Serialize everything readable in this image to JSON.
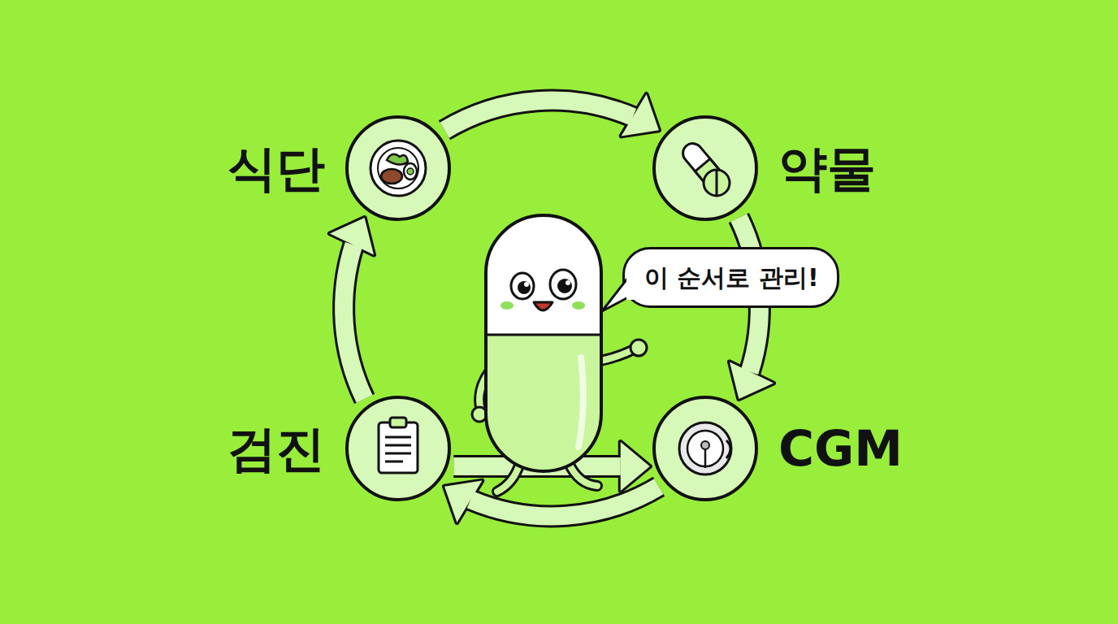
{
  "diagram": {
    "nodes": [
      {
        "text": [
          "식단"
        ]
      },
      {
        "text": [
          "약물"
        ]
      },
      {
        "text": [
          "검진"
        ]
      },
      {
        "text": [
          "CGM"
        ]
      },
      {
        "text": [
          "이 순서로 관리!"
        ]
      }
    ],
    "edges": [
      {
        "from": 0,
        "to": 1,
        "arrow": "to"
      },
      {
        "from": 1,
        "to": 3,
        "arrow": "to"
      },
      {
        "from": 3,
        "to": 2,
        "arrow": "to"
      },
      {
        "from": 2,
        "to": 0,
        "arrow": "to"
      },
      {
        "from": 2,
        "to": 3,
        "arrow": "to"
      }
    ]
  }
}
